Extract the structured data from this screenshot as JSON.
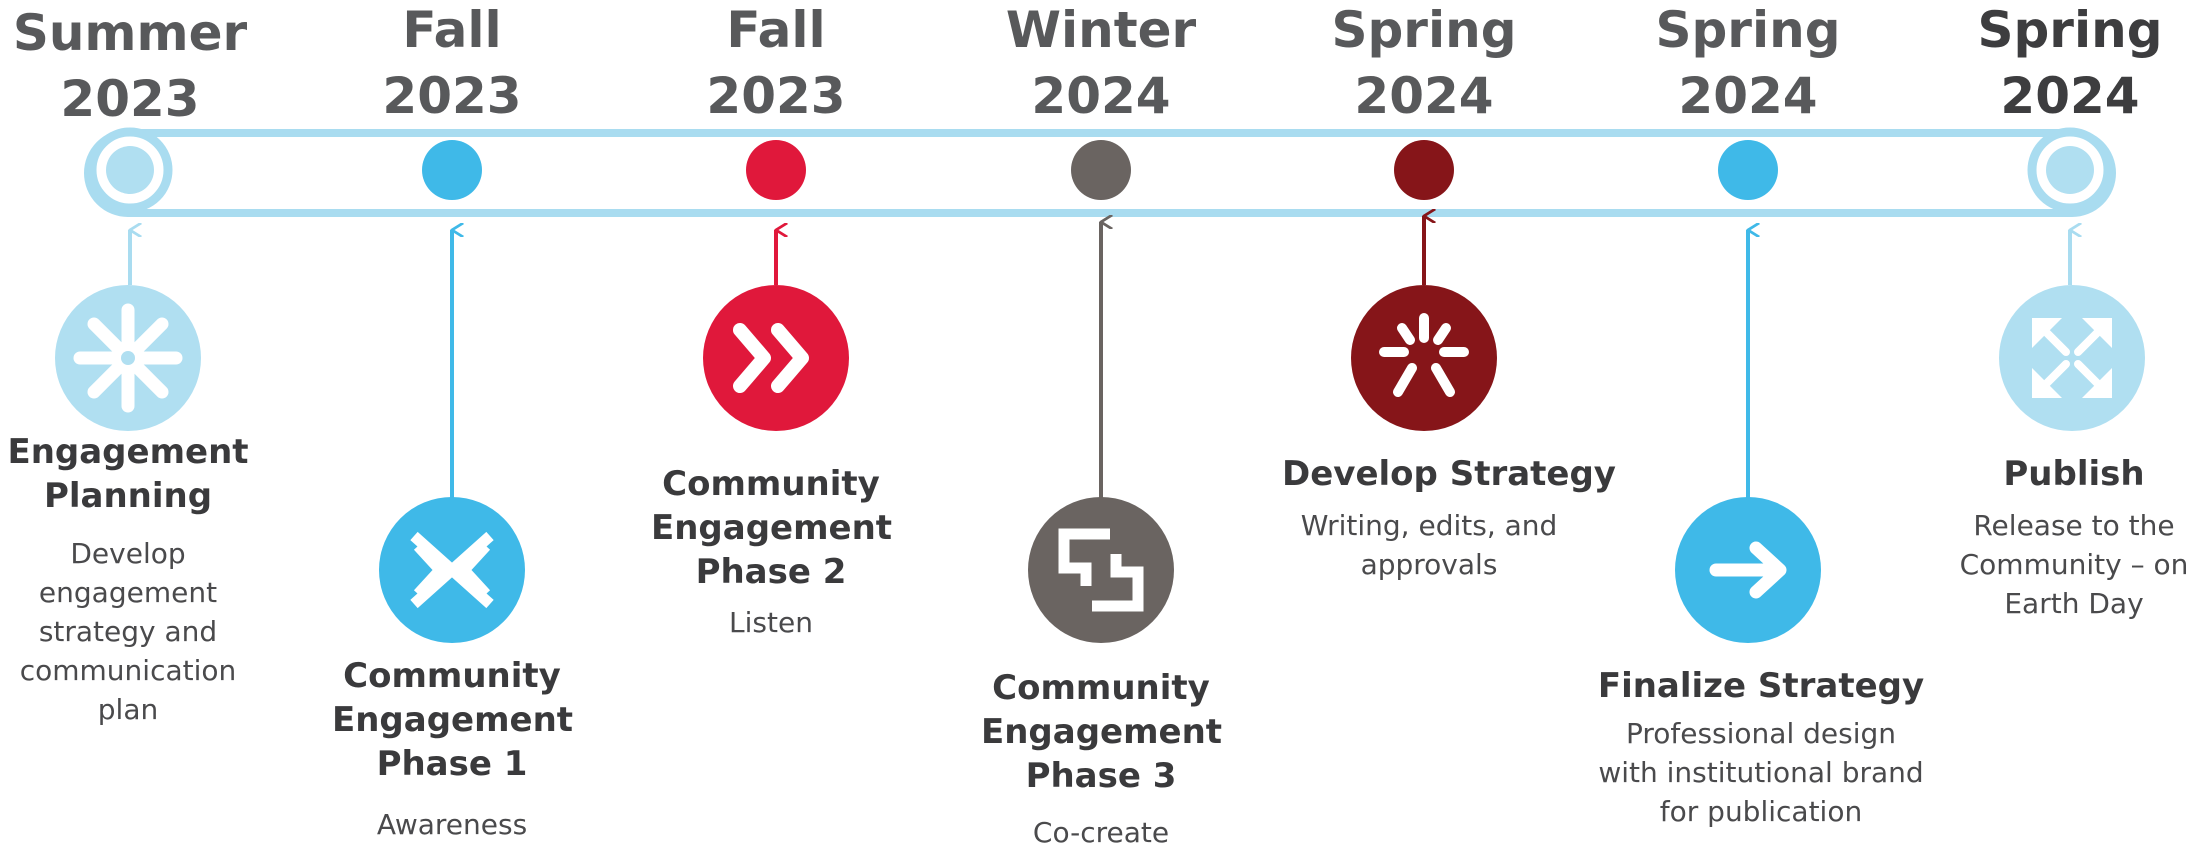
{
  "milestones": [
    {
      "season": "Summer",
      "year": "2023",
      "title": "Engagement Planning",
      "description": "Develop engagement strategy and communication plan",
      "icon": "asterisk-icon",
      "color": "#b0dff1"
    },
    {
      "season": "Fall",
      "year": "2023",
      "title": "Community Engagement Phase 1",
      "description": "Awareness",
      "icon": "cross-arrows-icon",
      "color": "#3fb9e8"
    },
    {
      "season": "Fall",
      "year": "2023",
      "title": "Community Engagement Phase 2",
      "description": "Listen",
      "icon": "double-chevron-icon",
      "color": "#e0183b"
    },
    {
      "season": "Winter",
      "year": "2024",
      "title": "Community Engagement Phase 3",
      "description": "Co-create",
      "icon": "interlock-icon",
      "color": "#6a6461"
    },
    {
      "season": "Spring",
      "year": "2024",
      "title": "Develop Strategy",
      "description": "Writing, edits, and approvals",
      "icon": "burst-icon",
      "color": "#861519"
    },
    {
      "season": "Spring",
      "year": "2024",
      "title": "Finalize Strategy",
      "description": "Professional design with institutional brand for publication",
      "icon": "arrow-right-icon",
      "color": "#3fb9e8"
    },
    {
      "season": "Spring",
      "year": "2024",
      "title": "Publish",
      "description": "Release to the Community – on Earth Day",
      "icon": "expand-arrows-icon",
      "color": "#b0dff1"
    }
  ]
}
